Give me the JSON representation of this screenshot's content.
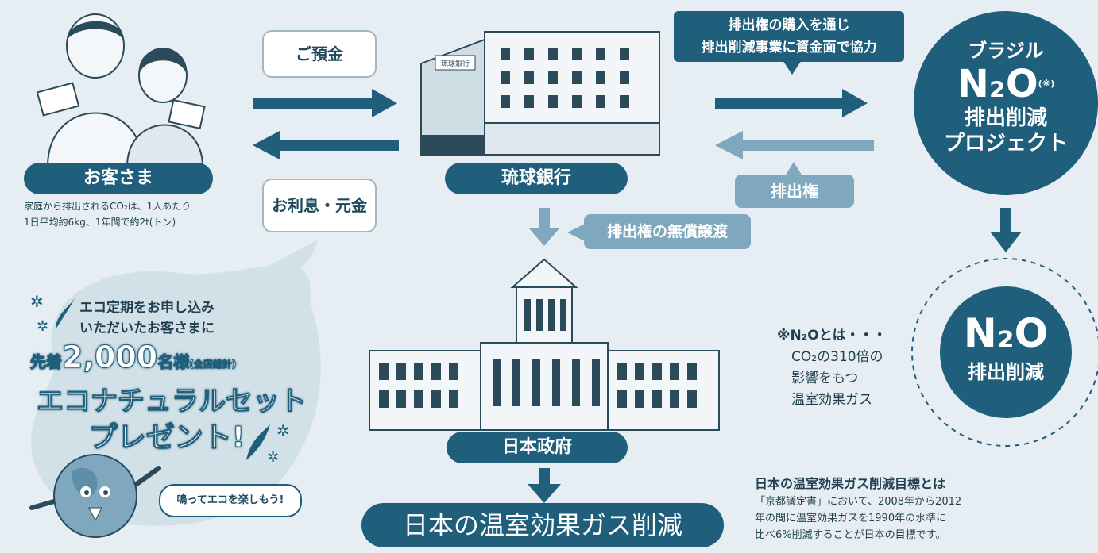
{
  "customer": {
    "label": "お客さま",
    "note_line1": "家庭から排出されるCO₂は、1人あたり",
    "note_line2": "1日平均約6kg、1年間で約2t(トン)"
  },
  "deposit_label": "ご預金",
  "interest_label": "お利息・元金",
  "bank": {
    "label": "琉球銀行",
    "sign": "琉球銀行"
  },
  "purchase_label_line1": "排出権の購入を通じ",
  "purchase_label_line2": "排出削減事業に資金面で協力",
  "emission_rights_label": "排出権",
  "free_transfer_label": "排出権の無償譲渡",
  "project": {
    "line1": "ブラジル",
    "n2o": "N₂O",
    "note_mark": "(※)",
    "line3": "排出削減",
    "line4": "プロジェクト"
  },
  "result_circle": {
    "n2o": "N₂O",
    "label": "排出削減"
  },
  "n2o_note": {
    "title": "※N₂Oとは・・・",
    "line1": "CO₂の310倍の",
    "line2": "影響をもつ",
    "line3": "温室効果ガス"
  },
  "government_label": "日本政府",
  "reduction_label": "日本の温室効果ガス削減",
  "goal": {
    "title": "日本の温室効果ガス削減目標とは",
    "line1": "「京都議定書」において、2008年から2012",
    "line2": "年の間に温室効果ガスを1990年の水準に",
    "line3": "比べ6%削減することが日本の目標です。"
  },
  "campaign": {
    "line1": "エコ定期をお申し込み",
    "line2": "いただいたお客さまに",
    "count_prefix": "先着",
    "count": "2,000",
    "count_suffix": "名様",
    "count_note": "(全店総計)",
    "prize": "エコナチュラルセット",
    "present": "プレゼント!",
    "mascot_speech": "鳴ってエコを楽しもう!"
  },
  "colors": {
    "dark": "#1f5f7c",
    "light": "#7fa8bf",
    "bg": "#e6eef3"
  }
}
